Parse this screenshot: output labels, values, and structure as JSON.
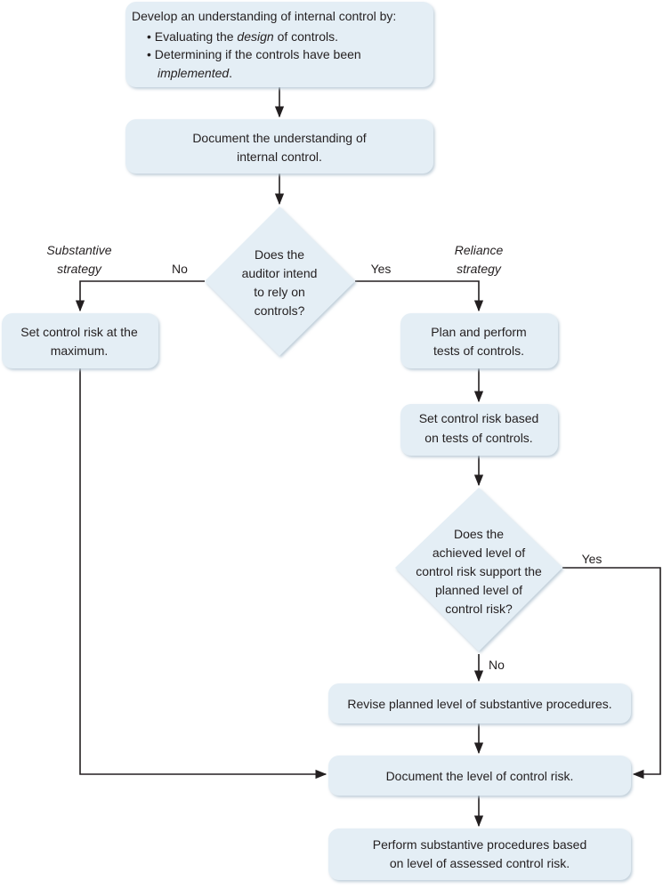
{
  "nodes": {
    "develop": {
      "lead": "Develop an understanding of internal control by:",
      "bullet1_prefix": "• Evaluating the ",
      "bullet1_em": "design",
      "bullet1_suffix": " of controls.",
      "bullet2_line1": "• Determining if the controls have been",
      "bullet2_em": "implemented",
      "bullet2_suffix": "."
    },
    "document_understanding": {
      "line1": "Document the understanding of",
      "line2": "internal control."
    },
    "rely_decision": {
      "line1": "Does the",
      "line2": "auditor intend",
      "line3": "to rely on",
      "line4": "controls?"
    },
    "set_max": {
      "line1": "Set control risk at the",
      "line2": "maximum."
    },
    "plan_tests": {
      "line1": "Plan and perform",
      "line2": "tests of controls."
    },
    "set_based": {
      "line1": "Set control risk based",
      "line2": "on tests of controls."
    },
    "support_decision": {
      "line1": "Does the",
      "line2": "achieved level of",
      "line3": "control risk support the",
      "line4": "planned level of",
      "line5": "control risk?"
    },
    "revise": {
      "line1": "Revise planned level of substantive procedures."
    },
    "document_level": {
      "line1": "Document the level of control risk."
    },
    "perform": {
      "line1": "Perform substantive procedures based",
      "line2": "on level of assessed control risk."
    }
  },
  "strategies": {
    "substantive": {
      "line1": "Substantive",
      "line2": "strategy"
    },
    "reliance": {
      "line1": "Reliance",
      "line2": "strategy"
    }
  },
  "edge_labels": {
    "rely_no": "No",
    "rely_yes": "Yes",
    "support_yes": "Yes",
    "support_no": "No"
  }
}
